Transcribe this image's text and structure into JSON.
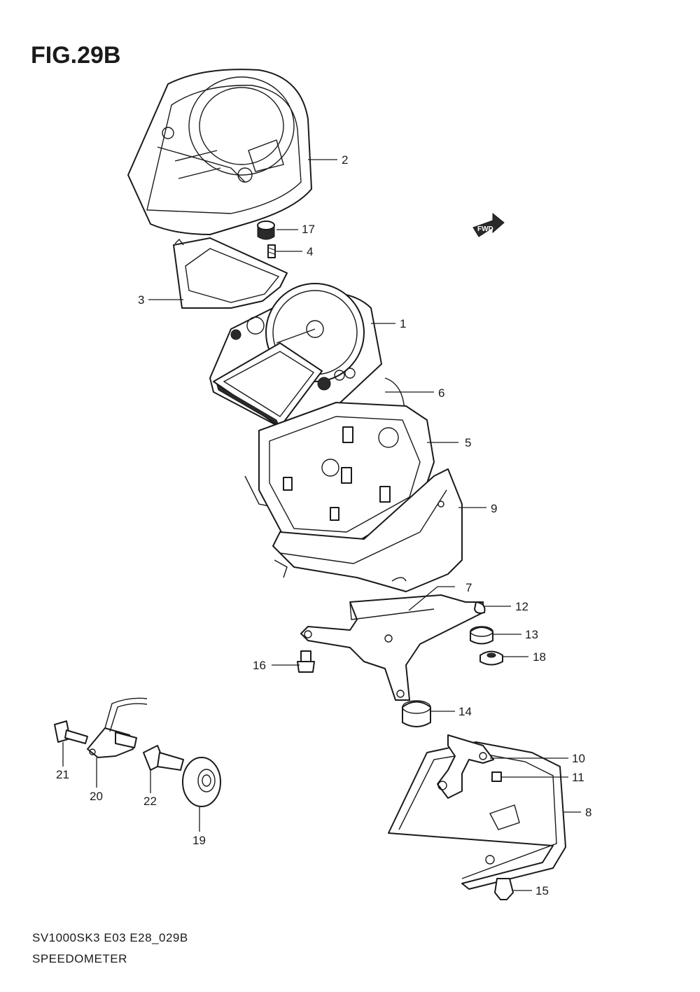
{
  "figure": {
    "title": "FIG.29B",
    "caption_code": "SV1000SK3 E03 E28_029B",
    "caption_name": "SPEEDOMETER",
    "fwd_label": "FWD"
  },
  "callouts": [
    "1",
    "2",
    "3",
    "4",
    "5",
    "6",
    "7",
    "8",
    "9",
    "10",
    "11",
    "12",
    "13",
    "14",
    "15",
    "16",
    "17",
    "18",
    "19",
    "20",
    "21",
    "22"
  ]
}
